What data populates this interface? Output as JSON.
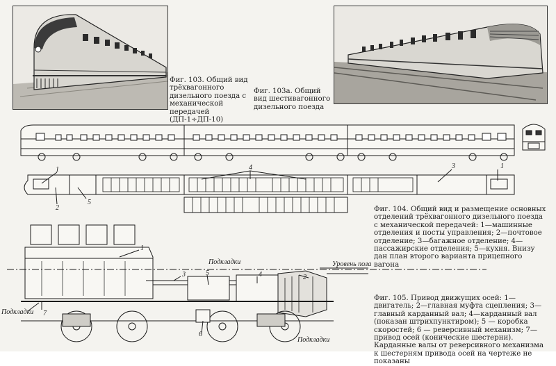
{
  "captions": {
    "fig103": "Фиг. 103. Общий вид трёхвагонного дизельного поезда с механической передачей (ДП-1÷ДП-10)",
    "fig103a": "Фиг. 103а. Общий вид шестивагонного дизельного поезда",
    "fig104": "Фиг. 104. Общий вид и размещение основных отделений трёхвагонного дизельного поезда с механической передачей: 1—машинные отделения и посты управления; 2—почтовое отделение; 3—багажное отделение; 4—пассажирские отделения; 5—кухня. Внизу дан план второго варианта прицепного вагона",
    "fig105": "Фиг. 105. Привод движущих осей: 1—двигатель; 2—главная муфта сцепления; 3—главный карданный вал; 4—карданный вал (показан штрихпунктиром); 5 — коробка скоростей; 6 — реверсивный механизм; 7—привод осей (конические шестерни). Карданные валы от реверсивного механизма к шестерням привода осей на чертеже не показаны"
  },
  "plan_numbers": {
    "n1": "1",
    "n2": "2",
    "n3": "3",
    "n4": "4",
    "n5": "5"
  },
  "drive_labels": {
    "n1": "1",
    "n2": "2",
    "n3": "3",
    "n4": "4",
    "n5": "5",
    "n6": "6",
    "n7": "7",
    "podkladki_top": "Подкладки",
    "podkladki_left": "Подкладки",
    "podkladki_bottom": "Подкладки",
    "level": "Уровень пола"
  }
}
